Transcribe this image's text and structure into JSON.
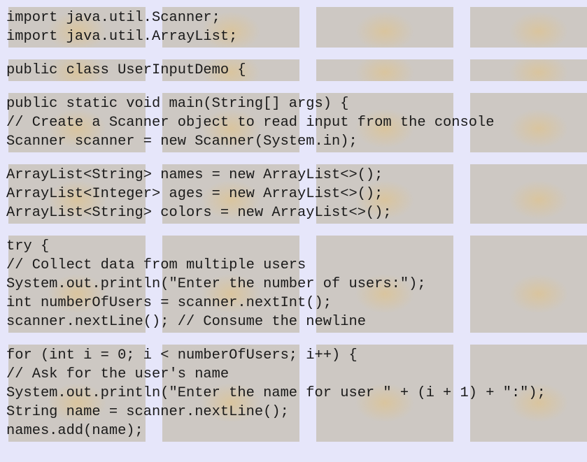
{
  "paragraphs": [
    [
      "import java.util.Scanner;",
      "import java.util.ArrayList;"
    ],
    [
      "public class UserInputDemo {"
    ],
    [
      "public static void main(String[] args) {",
      "// Create a Scanner object to read input from the console",
      "Scanner scanner = new Scanner(System.in);"
    ],
    [
      "ArrayList<String> names = new ArrayList<>();",
      "ArrayList<Integer> ages = new ArrayList<>();",
      "ArrayList<String> colors = new ArrayList<>();"
    ],
    [
      "try {",
      "// Collect data from multiple users",
      "System.out.println(\"Enter the number of users:\");",
      "int numberOfUsers = scanner.nextInt();",
      "scanner.nextLine(); // Consume the newline"
    ],
    [
      "for (int i = 0; i < numberOfUsers; i++) {",
      "// Ask for the user's name",
      "System.out.println(\"Enter the name for user \" + (i + 1) + \":\");",
      "String name = scanner.nextLine();",
      "names.add(name);"
    ]
  ]
}
